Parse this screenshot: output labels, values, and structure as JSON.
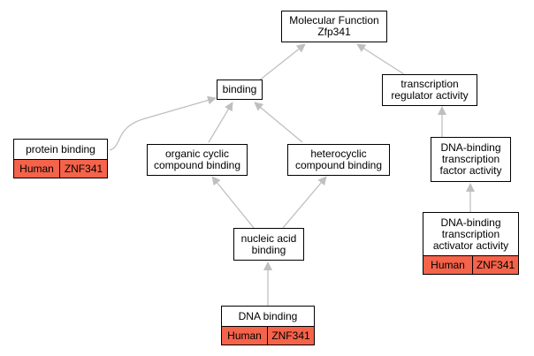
{
  "colors": {
    "edge": "#bfbfbf",
    "ortholog_fill": "#f4634a",
    "node_fill": "#ffffff",
    "border": "#000000"
  },
  "nodes": {
    "root": {
      "lines": [
        "Molecular Function",
        "Zfp341"
      ]
    },
    "binding": {
      "lines": [
        "binding"
      ]
    },
    "tra": {
      "lines": [
        "transcription",
        "regulator activity"
      ]
    },
    "protein": {
      "lines": [
        "protein binding"
      ],
      "ortholog": {
        "species": "Human",
        "gene": "ZNF341"
      }
    },
    "ocb": {
      "lines": [
        "organic cyclic",
        "compound binding"
      ]
    },
    "hcb": {
      "lines": [
        "heterocyclic",
        "compound binding"
      ]
    },
    "dbtf": {
      "lines": [
        "DNA-binding",
        "transcription",
        "factor activity"
      ]
    },
    "dbtaa": {
      "lines": [
        "DNA-binding",
        "transcription",
        "activator activity"
      ],
      "ortholog": {
        "species": "Human",
        "gene": "ZNF341"
      }
    },
    "nab": {
      "lines": [
        "nucleic acid",
        "binding"
      ]
    },
    "dna": {
      "lines": [
        "DNA binding"
      ],
      "ortholog": {
        "species": "Human",
        "gene": "ZNF341"
      }
    }
  }
}
